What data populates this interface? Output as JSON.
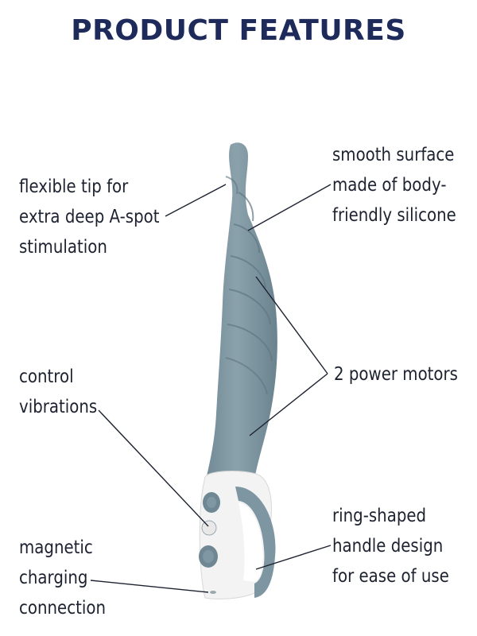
{
  "title": "PRODUCT FEATURES",
  "colors": {
    "title": "#1e2a5a",
    "product_body": "#7f97a2",
    "product_shadow": "#5f7781",
    "handle": "#f2f2f2",
    "button": "#6e8793",
    "leader_line": "#1d2230"
  },
  "features": {
    "tip": {
      "lines": [
        "flexible tip for",
        "extra deep A-spot",
        "stimulation"
      ]
    },
    "surface": {
      "lines": [
        "smooth surface",
        "made of body-",
        "friendly silicone"
      ]
    },
    "motors": {
      "lines": [
        "2 power motors"
      ]
    },
    "control": {
      "lines": [
        "control",
        "vibrations"
      ]
    },
    "handle": {
      "lines": [
        "ring-shaped",
        "handle design",
        "for ease of use"
      ]
    },
    "magnetic": {
      "lines": [
        "magnetic",
        "charging",
        "connection"
      ]
    }
  }
}
